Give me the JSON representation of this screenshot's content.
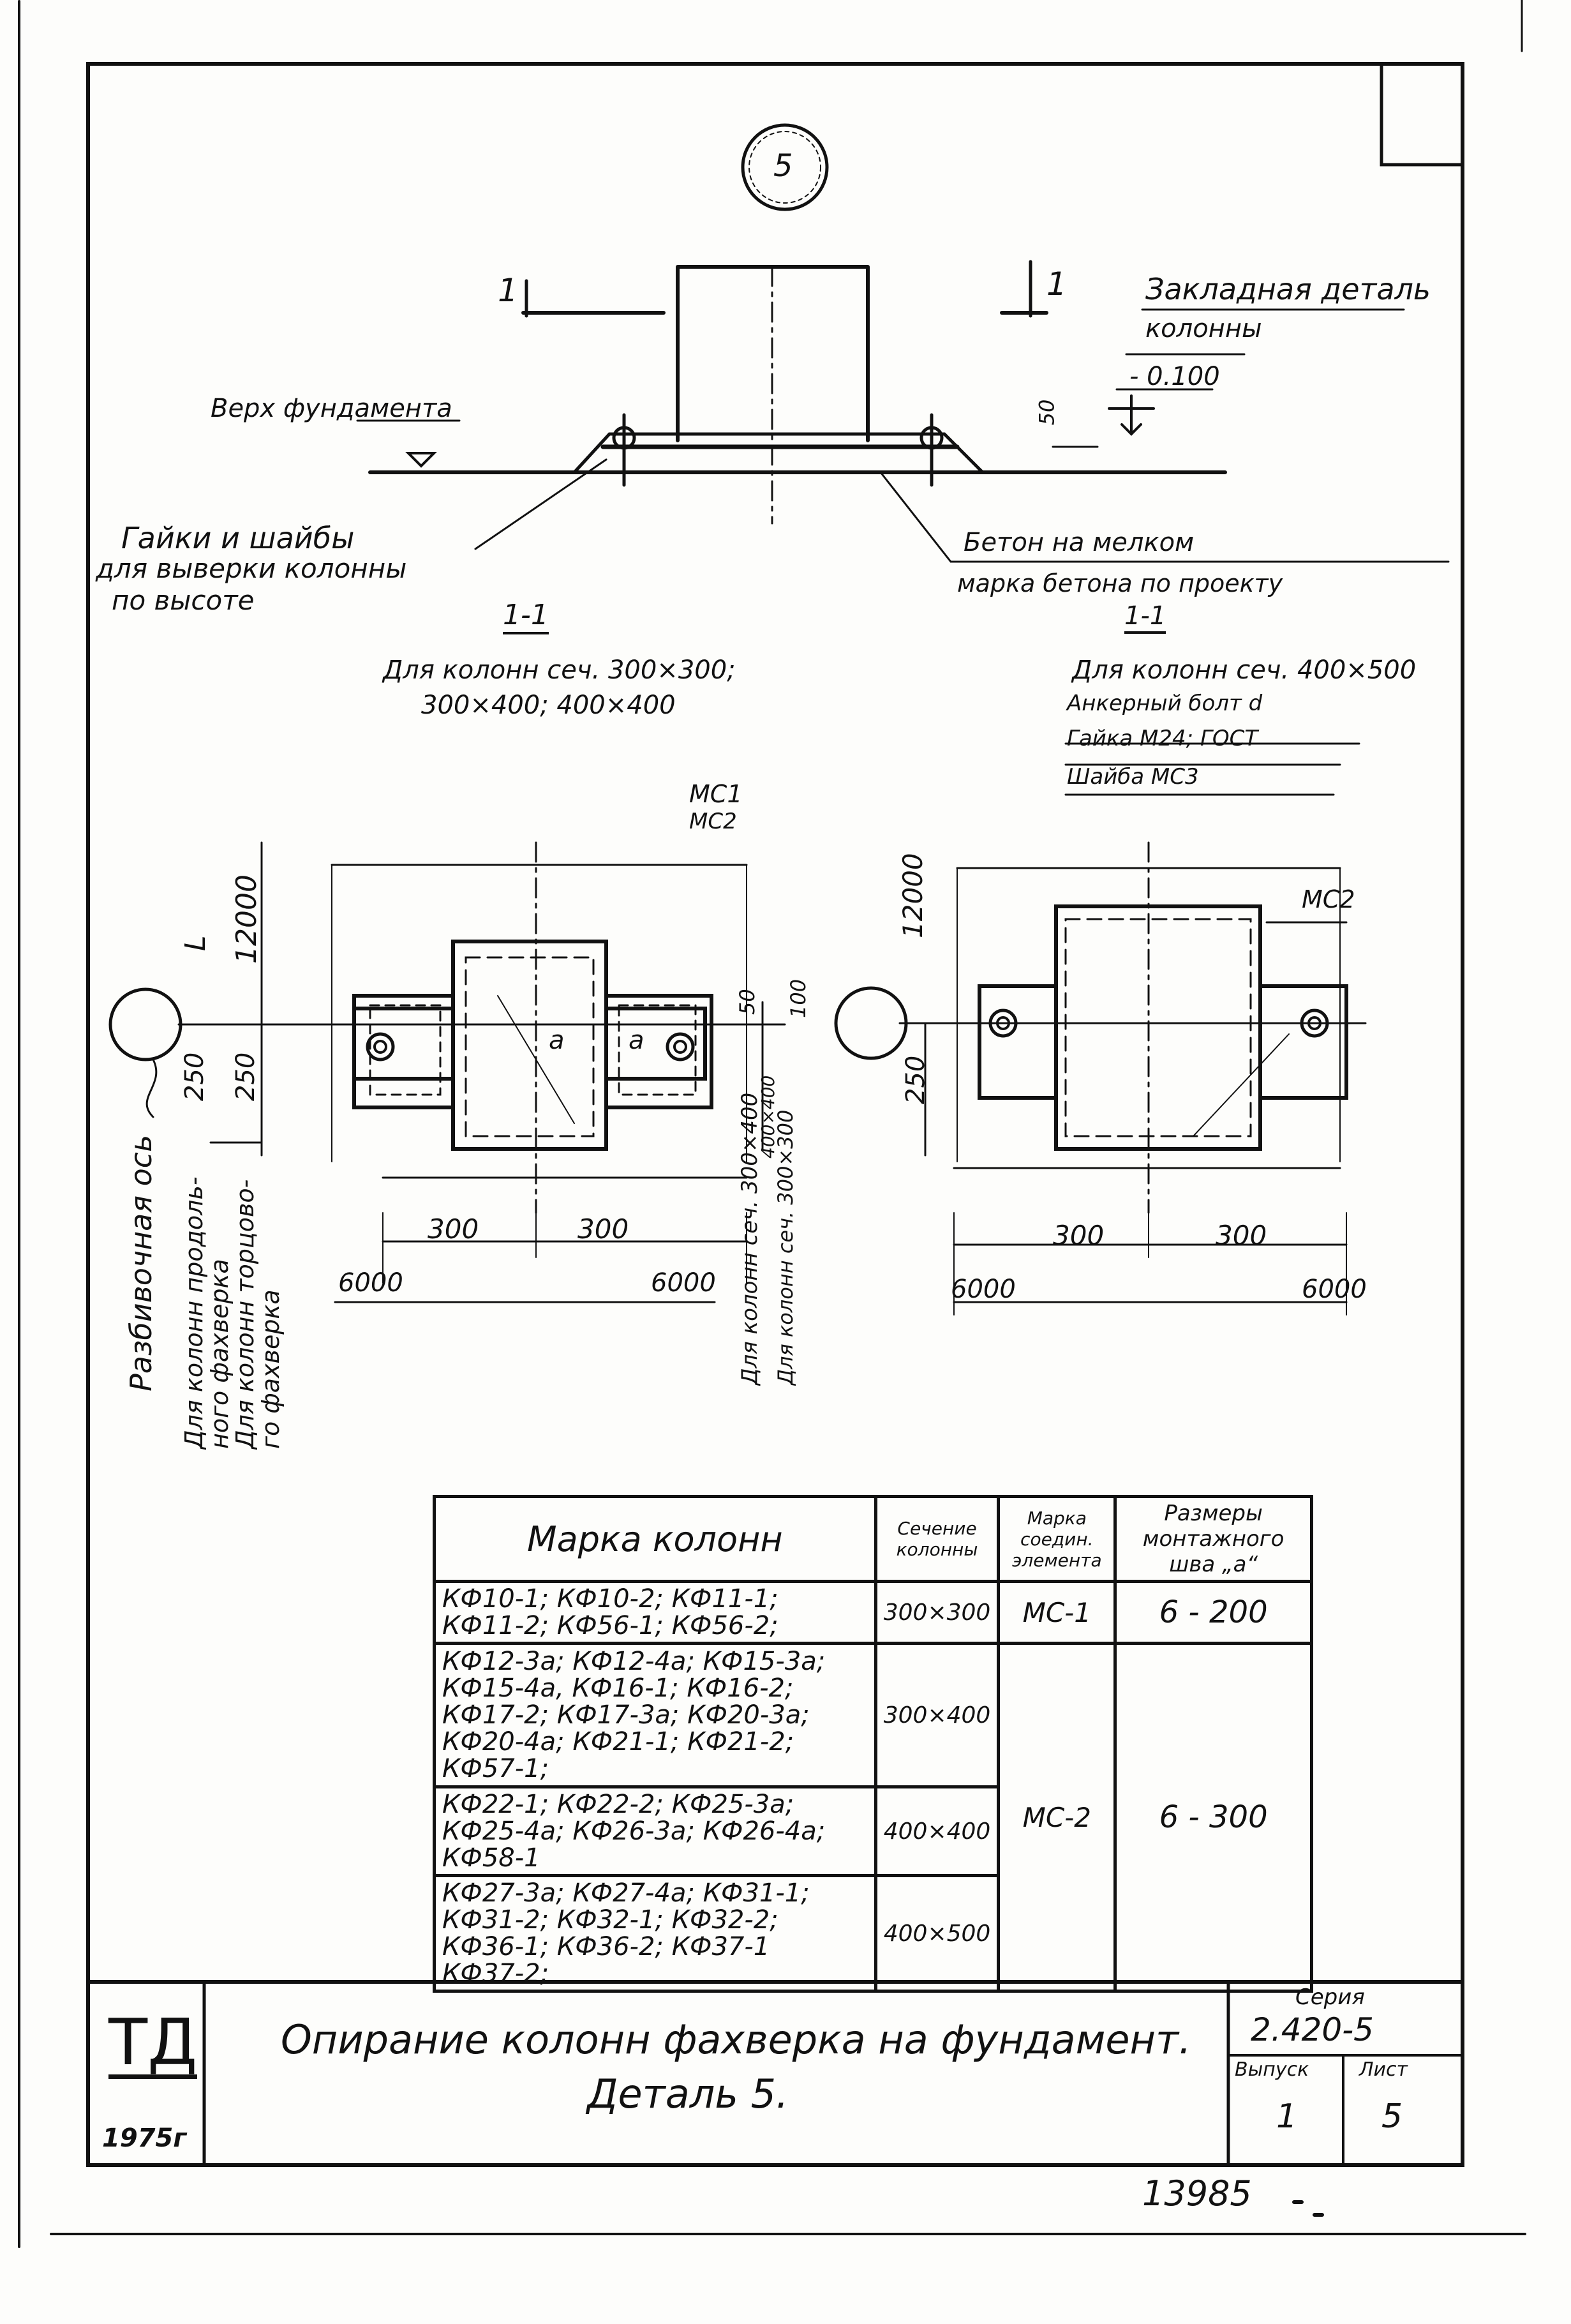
{
  "sheet_number_circle": "5",
  "section_marks": {
    "left": "1",
    "right": "1"
  },
  "elevation": {
    "embedded_part_title": "Закладная деталь",
    "embedded_part_subtitle": "колонны",
    "level": "- 0.100",
    "dim_50": "50",
    "foundation_top": "Верх фундамента",
    "nuts_note_1": "Гайки и шайбы",
    "nuts_note_2": "для выверки колонны",
    "nuts_note_3": "по высоте",
    "concrete_note_1": "Бетон на мелком",
    "concrete_note_2": "марка бетона по проекту"
  },
  "left_plan": {
    "section_label": "1-1",
    "caption_1": "Для колонн сеч. 300×300;",
    "caption_2": "300×400; 400×400",
    "mc_top": "МС1",
    "mc_bottom": "МС2",
    "dim_12000": "12000",
    "dim_250a": "250",
    "dim_250b": "250",
    "dim_L": "L",
    "dim_50": "50",
    "dim_100": "100",
    "dim_300a": "300",
    "dim_300b": "300",
    "dim_6000a": "6000",
    "dim_6000b": "6000",
    "label_a1": "а",
    "label_a2": "а",
    "col_sec_1": "Для колонн сеч. 300×400",
    "col_sec_2": "Для колонн сеч. 300×300",
    "col_sec_alt": "400×400"
  },
  "right_plan": {
    "section_label": "1-1",
    "caption": "Для колонн сеч. 400×500",
    "anchor_1": "Анкерный болт d",
    "anchor_2": "Гайка М24; ГОСТ",
    "anchor_3": "Шайба МС3",
    "mc": "МС2",
    "dim_12000": "12000",
    "dim_250": "250",
    "dim_300a": "300",
    "dim_300b": "300",
    "dim_6000a": "6000",
    "dim_6000b": "6000"
  },
  "axis_notes": {
    "axis": "Разбивочная ось",
    "note_1": "Для колонн продоль-",
    "note_2": "ного фахверка",
    "note_3": "Для колонн торцово-",
    "note_4": "го фахверка"
  },
  "spec_table": {
    "headers": {
      "mark": "Марка колонн",
      "section": "Сечение колонны",
      "connector": "Марка соедин. элемента",
      "weld": "Размеры монтажного шва „а“"
    },
    "rows": [
      {
        "marks": [
          "КФ10-1;  КФ10-2;  КФ11-1;",
          "КФ11-2;  КФ56-1;  КФ56-2;"
        ],
        "section": "300×300"
      },
      {
        "marks": [
          "КФ12-3а; КФ12-4а; КФ15-3а;",
          "КФ15-4а, КФ16-1;  КФ16-2;",
          "КФ17-2;  КФ17-3а;  КФ20-3а;",
          "КФ20-4а; КФ21-1;  КФ21-2;",
          "КФ57-1;"
        ],
        "section": "300×400"
      },
      {
        "marks": [
          "КФ22-1;  КФ22-2;  КФ25-3а;",
          "КФ25-4а; КФ26-3а; КФ26-4а;",
          "КФ58-1"
        ],
        "section": "400×400"
      },
      {
        "marks": [
          "КФ27-3а; КФ27-4а; КФ31-1;",
          "КФ31-2;  КФ32-1;  КФ32-2;",
          "КФ36-1;  КФ36-2;  КФ37-1",
          "КФ37-2;"
        ],
        "section": "400×500"
      }
    ],
    "connectors": [
      "МС-1",
      "МС-2"
    ],
    "welds": [
      "6 - 200",
      "6 - 300"
    ]
  },
  "title_block": {
    "logo": "ТД",
    "year": "1975г",
    "title_line_1": "Опирание   колонн   фахверка  на фундамент.",
    "title_line_2": "Деталь 5.",
    "series_label": "Серия",
    "series": "2.420-5",
    "issue_label": "Выпуск",
    "issue": "1",
    "sheet_label": "Лист",
    "sheet": "5"
  },
  "doc_number": "13985"
}
